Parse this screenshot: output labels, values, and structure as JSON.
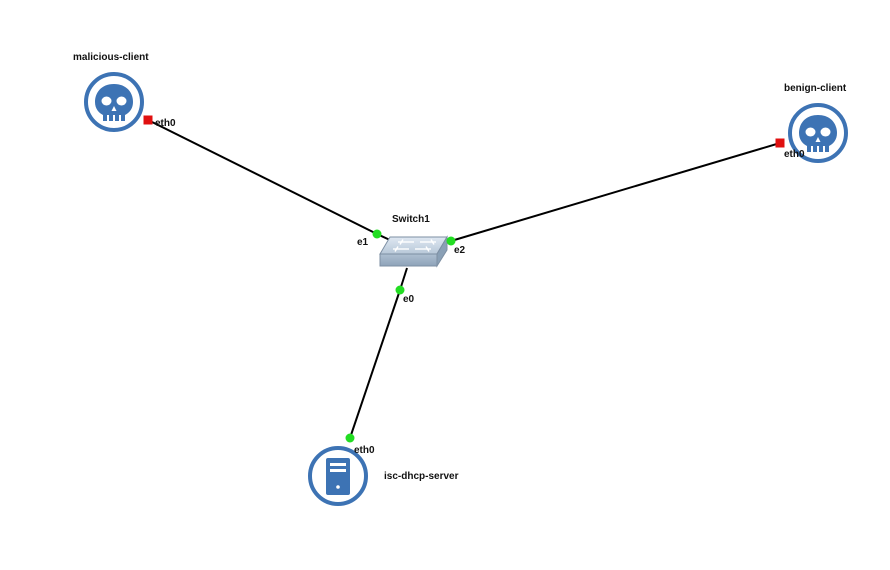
{
  "colors": {
    "node_blue": "#3d73b4",
    "link": "#000000",
    "port_up": "#22dd22",
    "port_down": "#e01010",
    "switch_body": "#9fb3c8"
  },
  "nodes": {
    "malicious_client": {
      "name": "malicious-client",
      "icon": "skull-icon",
      "port": "eth0",
      "port_state": "down"
    },
    "benign_client": {
      "name": "benign-client",
      "icon": "skull-icon",
      "port": "eth0",
      "port_state": "down"
    },
    "switch": {
      "name": "Switch1",
      "icon": "ethernet-switch-icon",
      "ports": [
        "e0",
        "e1",
        "e2"
      ]
    },
    "dhcp_server": {
      "name": "isc-dhcp-server",
      "icon": "server-icon",
      "port": "eth0",
      "port_state": "up"
    }
  }
}
